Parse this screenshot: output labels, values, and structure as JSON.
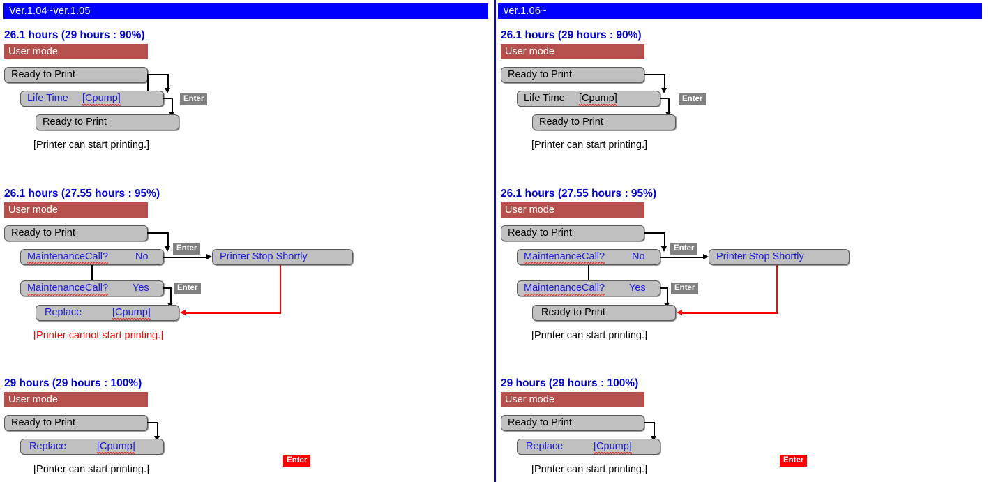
{
  "divider_color": "#0000ff",
  "colors": {
    "version_bar": "#0000ff",
    "user_mode_bar": "#b5504c",
    "lcd_fill": "#c0c0c0",
    "lcd_border": "#5a5a5a",
    "enter_gray": "#808080",
    "enter_red": "#ff0000",
    "hours_text": "#0000cc",
    "lcd_blue_text": "#1b1bd8",
    "warning_text": "#ff0000"
  },
  "columns": [
    {
      "version_label": "Ver.1.04~ver.1.05",
      "scenarios": [
        {
          "hours": "26.1 hours (29 hours : 90%)",
          "user_mode": "User mode",
          "steps": [
            {
              "label": "Ready to Print",
              "value": "",
              "style": "black"
            },
            {
              "label": "Life Time",
              "value": "[Cpump]",
              "style": "blue",
              "value_squiggly": true
            },
            {
              "label": "Ready to Print",
              "value": "",
              "style": "black"
            }
          ],
          "enter_badges": [
            "Enter"
          ],
          "caption": "[Printer can start printing.]",
          "caption_style": "normal"
        },
        {
          "hours": "26.1 hours (27.55 hours : 95%)",
          "user_mode": "User mode",
          "steps": [
            {
              "label": "Ready to Print",
              "value": "",
              "style": "black"
            },
            {
              "label": "MaintenanceCall?",
              "value": "No",
              "style": "blue",
              "label_squiggly": true
            },
            {
              "label": "MaintenanceCall?",
              "value": "Yes",
              "style": "blue",
              "label_squiggly": true
            },
            {
              "label": "Replace",
              "value": "[Cpump]",
              "style": "blue",
              "value_squiggly": true
            }
          ],
          "branch_box": {
            "label": "Printer Stop Shortly",
            "style": "blue"
          },
          "enter_badges": [
            "Enter",
            "Enter",
            "Enter"
          ],
          "enter_red_label": "Enter",
          "caption": "[Printer cannot start printing.]",
          "caption_style": "warning"
        },
        {
          "hours": "29 hours (29 hours : 100%)",
          "user_mode": "User mode",
          "steps": [
            {
              "label": "Ready to Print",
              "value": "",
              "style": "black"
            },
            {
              "label": "Replace",
              "value": "[Cpump]",
              "style": "blue",
              "value_squiggly": true
            }
          ],
          "enter_badges": [],
          "caption": "[Printer can start printing.]",
          "caption_style": "normal"
        }
      ]
    },
    {
      "version_label": "ver.1.06~",
      "scenarios": [
        {
          "hours": "26.1 hours (29 hours : 90%)",
          "user_mode": "User mode",
          "steps": [
            {
              "label": "Ready to Print",
              "value": "",
              "style": "black"
            },
            {
              "label": "Life Time",
              "value": "[Cpump]",
              "style": "black",
              "value_squiggly": true
            },
            {
              "label": "Ready to Print",
              "value": "",
              "style": "black"
            }
          ],
          "enter_badges": [
            "Enter"
          ],
          "caption": "[Printer can start printing.]",
          "caption_style": "normal"
        },
        {
          "hours": "26.1 hours (27.55 hours : 95%)",
          "user_mode": "User mode",
          "steps": [
            {
              "label": "Ready to Print",
              "value": "",
              "style": "black"
            },
            {
              "label": "MaintenanceCall?",
              "value": "No",
              "style": "blue",
              "label_squiggly": true
            },
            {
              "label": "MaintenanceCall?",
              "value": "Yes",
              "style": "blue",
              "label_squiggly": true
            },
            {
              "label": "Ready to Print",
              "value": "",
              "style": "black"
            }
          ],
          "branch_box": {
            "label": "Printer Stop Shortly",
            "style": "blue"
          },
          "enter_badges": [
            "Enter",
            "Enter",
            "Enter"
          ],
          "enter_red_label": "Enter",
          "caption": "[Printer can start printing.]",
          "caption_style": "normal"
        },
        {
          "hours": "29 hours (29 hours : 100%)",
          "user_mode": "User mode",
          "steps": [
            {
              "label": "Ready to Print",
              "value": "",
              "style": "black"
            },
            {
              "label": "Replace",
              "value": "[Cpump]",
              "style": "blue",
              "value_squiggly": true
            }
          ],
          "enter_badges": [],
          "caption": "[Printer can start printing.]",
          "caption_style": "normal"
        }
      ]
    }
  ]
}
